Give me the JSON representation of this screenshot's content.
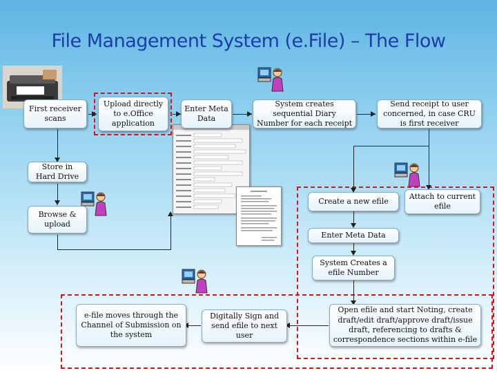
{
  "title": "File Management System (e.File) – The Flow",
  "steps": {
    "first_receiver": "First receiver scans",
    "upload_direct": "Upload directly to e.Office application",
    "enter_meta_top": "Enter Meta Data",
    "diary_number": "System creates sequential Diary Number for each receipt",
    "send_receipt": "Send receipt to user concerned, in case CRU is first receiver",
    "store_hd": "Store in Hard Drive",
    "browse_upload": "Browse & upload",
    "create_efile": "Create a new efile",
    "attach_efile": "Attach to current efile",
    "enter_meta_mid": "Enter Meta Data",
    "efile_number": "System Creates a efile Number",
    "open_efile": "Open efile and start Noting, create draft/edit draft/approve draft/issue draft, referencing to drafts & correspondence sections within e-file",
    "digital_sign": "Digitally Sign and send efile to next user",
    "channel": "e-file moves through the Channel of Submission on the system"
  },
  "icons": {
    "scanner": "scanner-icon",
    "user": "user-at-computer-icon",
    "form": "form-screenshot",
    "receipt": "receipt-document-image"
  },
  "colors": {
    "title": "#1a3ea8",
    "dashed_border": "#e0101a",
    "background_top": "#5fb4e3"
  }
}
